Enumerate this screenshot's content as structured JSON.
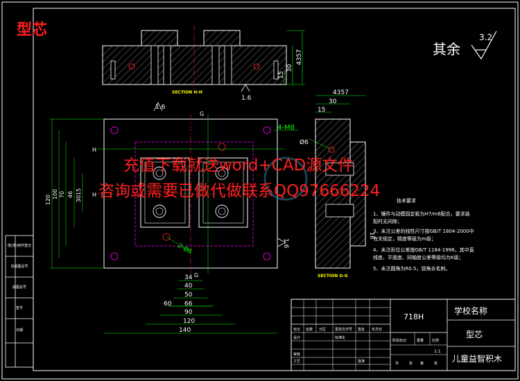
{
  "drawing": {
    "title_red": "型芯",
    "surface_finish": {
      "label": "其余",
      "value": "3.2"
    },
    "section_labels": [
      "SECTION H-H",
      "SECTION G-G"
    ],
    "section_marks": [
      "G",
      "G",
      "H",
      "H"
    ],
    "roughness_marks": [
      "1.6",
      "1.6",
      "1.6"
    ],
    "hole_note": "4-M8",
    "dia_labels": [
      "Ø6",
      "2-Ø6"
    ],
    "top_view_right_dims": [
      "4357",
      "30",
      "15"
    ],
    "right_view_top_dims": [
      "4357",
      "30",
      "15"
    ],
    "right_view_side_dim": "16",
    "left_dims": [
      "120",
      "100",
      "70",
      "46",
      "3015"
    ],
    "bottom_dims": [
      "34",
      "40",
      "50",
      "66",
      "60",
      "90",
      "120",
      "140"
    ]
  },
  "tech_requirements": {
    "title": "技术要求",
    "lines": [
      "1、镶件与动模固定板为H7/m6配合，要求装",
      "   配时无间隙；",
      "3、未注公差的线性尺寸按GB/T 1804-2000中",
      "   有关规定，精度等级为m级；",
      "4、未注形位公差按GB/T 1184-1996，其中直",
      "   线度、平面度、同轴度公差等级均为K级；",
      "5、未注圆角为R0.5，锐角去毛刺。"
    ]
  },
  "title_block": {
    "material": "718H",
    "school": "学校名称",
    "part_name": "型芯",
    "drawing_name": "儿童益智积木",
    "row_labels": [
      "标记",
      "处数",
      "分区",
      "更改文件号",
      "签名",
      "年月日"
    ],
    "row2": [
      "设计",
      "标准化",
      "阶段标记",
      "重量",
      "比例"
    ],
    "row3": [
      "审核",
      "工艺",
      "批准"
    ],
    "row4": [
      "共",
      "张",
      "第",
      "张"
    ],
    "scale_ratio": "1:1"
  },
  "left_sidebar": {
    "cells": [
      "借(通)用件登记",
      "旧底图总号",
      "底图总号",
      "签字",
      "日期"
    ]
  },
  "watermark": {
    "line1": "充值下载就送word+CAD源文件",
    "line2": "咨询或需要已做代做联系QQ97666224"
  },
  "colors": {
    "background": "#000000",
    "frame": "#ffffff",
    "red": "#ff2020",
    "yellow": "#ffff00",
    "cyan": "#00ffff",
    "green": "#00ff00",
    "magenta": "#ff00ff"
  }
}
